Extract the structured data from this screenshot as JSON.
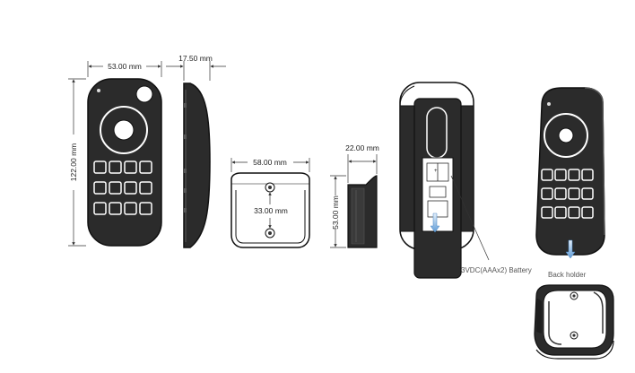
{
  "dimensions": {
    "remote_width": "53.00 mm",
    "remote_depth": "17.50 mm",
    "remote_height": "122.00 mm",
    "holder_width": "58.00 mm",
    "holder_hole_spacing": "33.00 mm",
    "holder_depth": "22.00 mm",
    "holder_height": "53.00 mm"
  },
  "annotations": {
    "battery": "3VDC(AAAx2) Battery",
    "back_holder": "Back holder"
  },
  "colors": {
    "body": "#2b2b2b",
    "line": "#1a1a1a",
    "arrow": "#6fa8dc"
  }
}
